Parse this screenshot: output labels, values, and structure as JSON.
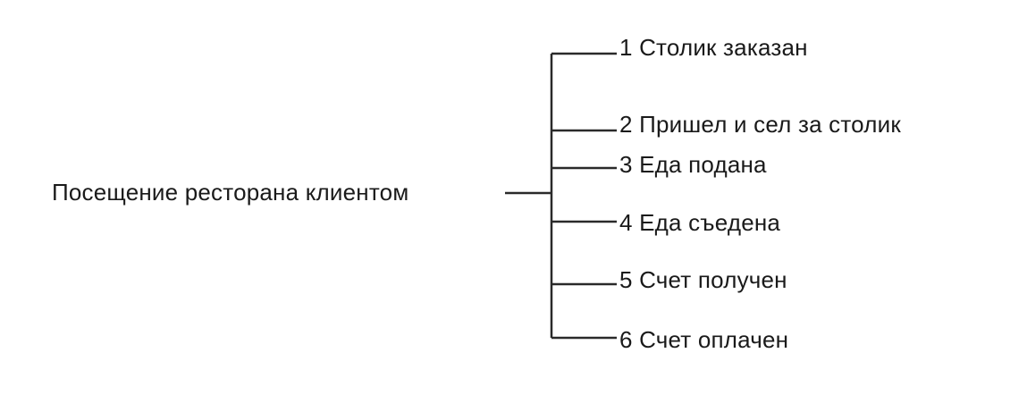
{
  "diagram": {
    "root": "Посещение ресторана клиентом",
    "steps": [
      "1 Столик заказан",
      "2 Пришел и сел за столик",
      "3 Еда подана",
      "4 Еда съедена",
      "5 Счет получен",
      "6 Счет оплачен"
    ]
  }
}
